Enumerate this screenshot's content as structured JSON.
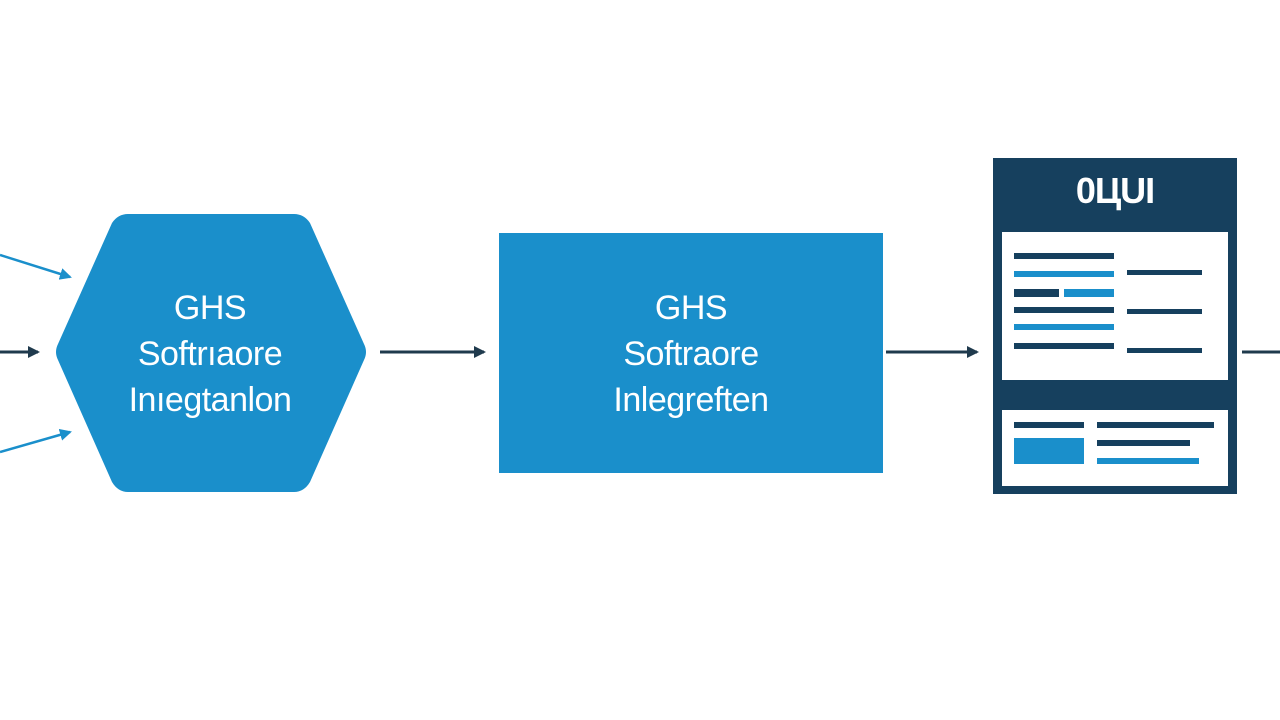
{
  "colors": {
    "primary_blue": "#1a8fcb",
    "dark_navy": "#16405e",
    "arrow_dark": "#1f3a4d",
    "background": "#ffffff"
  },
  "nodes": {
    "hexagon": {
      "line1": "GHS",
      "line2": "Softrıaore",
      "line3": "Inıegtanlon"
    },
    "rectangle": {
      "line1": "GHS",
      "line2": "Softraore",
      "line3": "Inlegreften"
    },
    "document": {
      "title": "0ЦUI"
    }
  },
  "edges": [
    {
      "from": "input-left-top",
      "to": "hexagon"
    },
    {
      "from": "input-left-mid",
      "to": "hexagon"
    },
    {
      "from": "input-left-bottom",
      "to": "hexagon"
    },
    {
      "from": "hexagon",
      "to": "rectangle"
    },
    {
      "from": "rectangle",
      "to": "document"
    },
    {
      "from": "document",
      "to": "output-right"
    }
  ]
}
